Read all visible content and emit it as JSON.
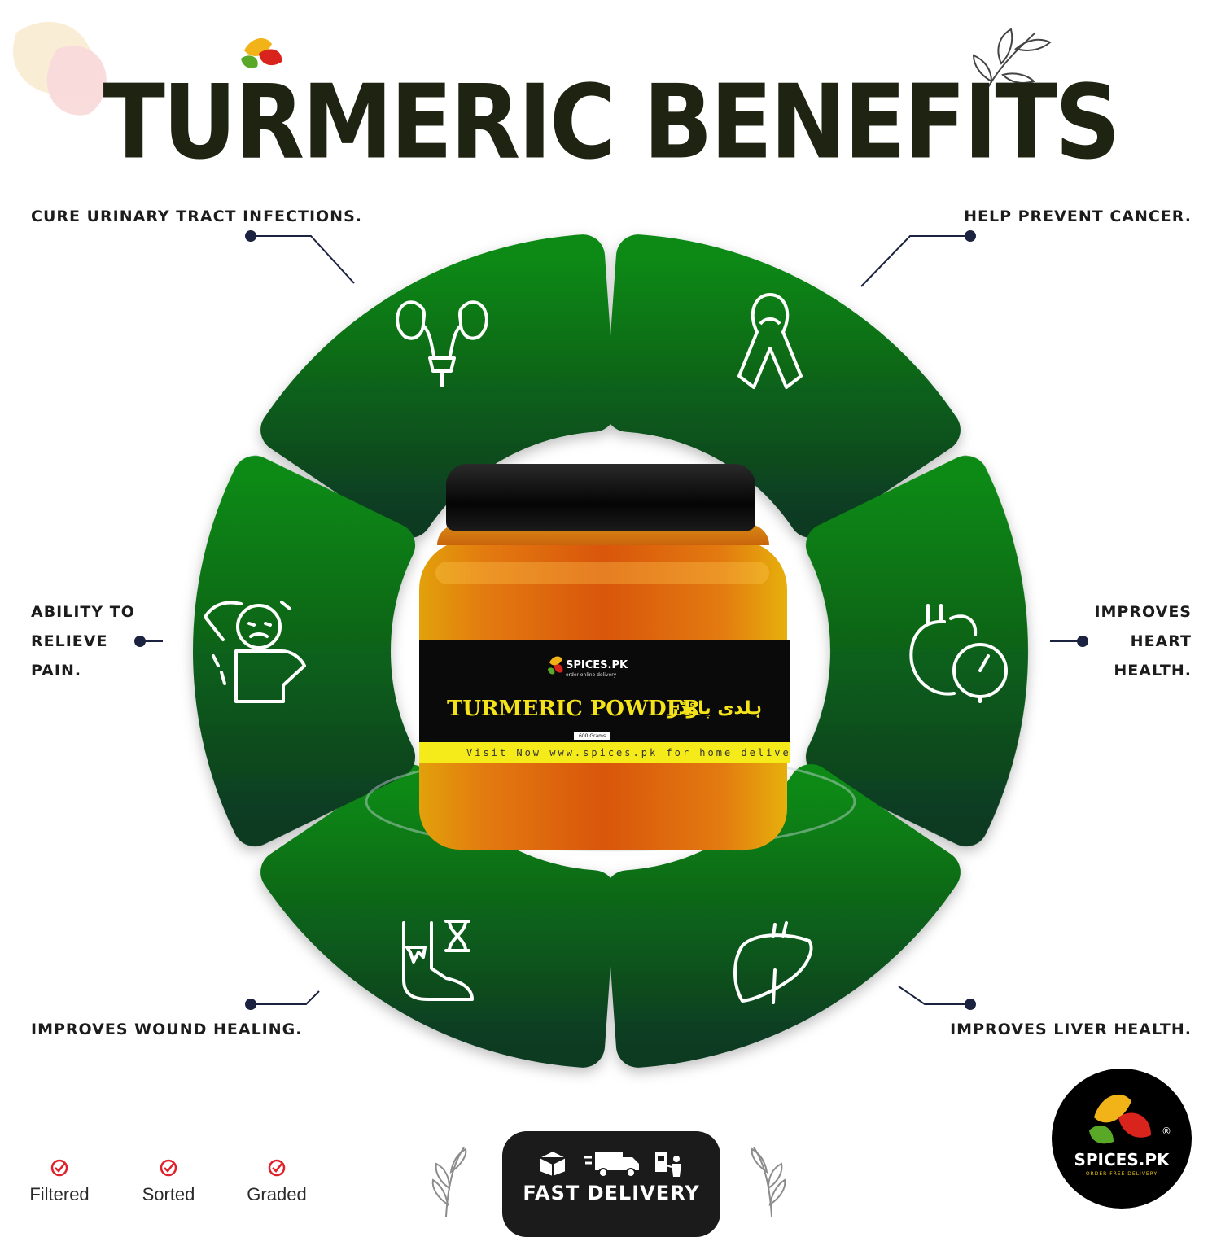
{
  "title": "TURMERIC BENEFITS",
  "benefits": {
    "urinary": "CURE URINARY TRACT INFECTIONS.",
    "cancer": "HELP PREVENT CANCER.",
    "pain": [
      "ABILITY TO",
      "RELIEVE",
      "PAIN."
    ],
    "heart": [
      "IMPROVES",
      "HEART",
      "HEALTH."
    ],
    "wound": "IMPROVES WOUND HEALING.",
    "liver": "IMPROVES LIVER HEALTH."
  },
  "product_label": {
    "brand": "SPICES.PK",
    "brand_tagline": "order online delivery",
    "name": "TURMERIC POWDER",
    "name_urdu": "ہلدی پاؤڈر",
    "weight": "600 Grams",
    "stripe_text": "Visit Now   www.spices.pk   for home delive"
  },
  "quality_checks": [
    "Filtered",
    "Sorted",
    "Graded"
  ],
  "delivery": {
    "label": "FAST DELIVERY"
  },
  "logo": {
    "brand": "SPICES.PK",
    "tagline": "ORDER FREE DELIVERY",
    "registered": "®"
  },
  "colors": {
    "segment_top": "#0a8a12",
    "segment_bottom": "#0b3a22",
    "title": "#1f2412",
    "check_red": "#e0202a",
    "connector": "#1b2340"
  },
  "icons": [
    "kidney-icon",
    "awareness-ribbon-icon",
    "neck-pain-icon",
    "heart-gauge-icon",
    "leg-wound-icon",
    "liver-icon",
    "check-circle-icon",
    "box-icon",
    "truck-icon",
    "pump-icon",
    "leaf-sprig-icon"
  ]
}
